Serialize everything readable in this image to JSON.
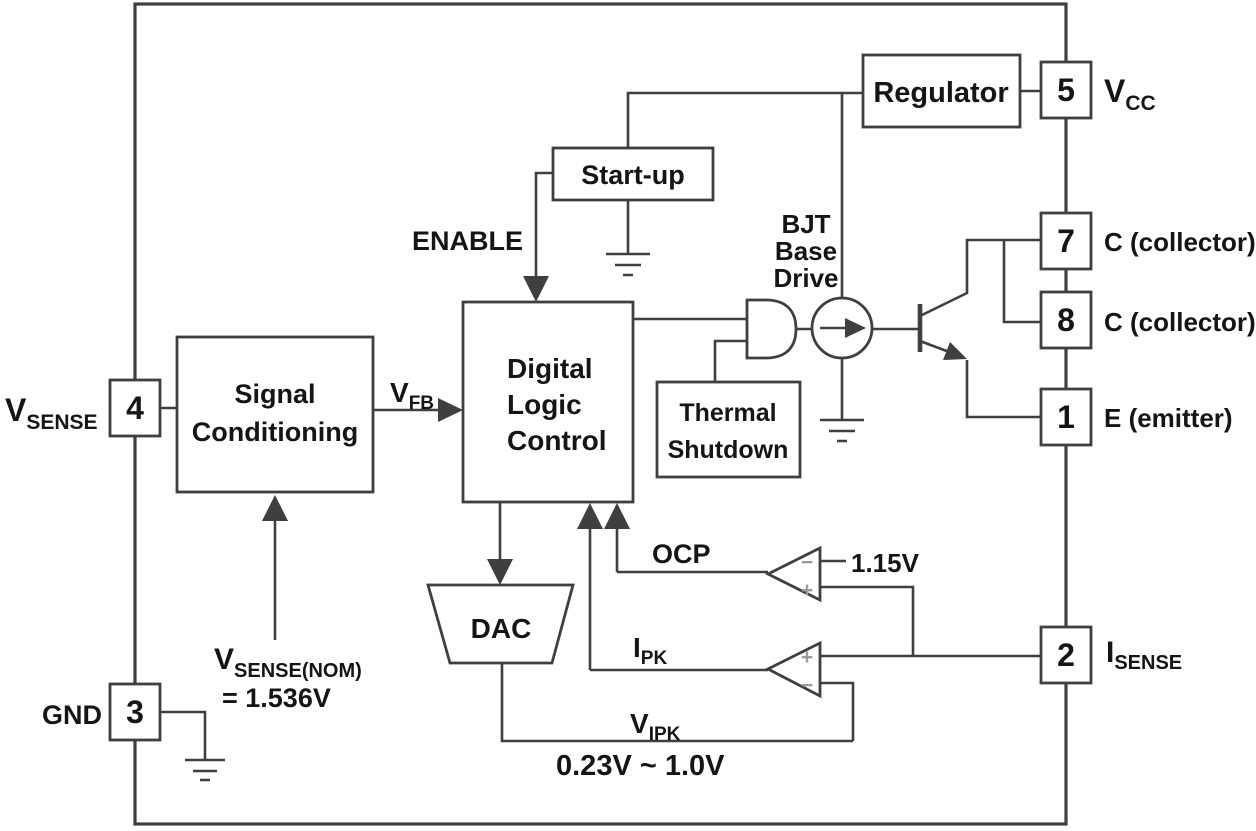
{
  "colors": {
    "line": "#3f3f3f",
    "text": "#151515",
    "sign": "#9b9b9b",
    "background": "#ffffff"
  },
  "blocks": {
    "signal_conditioning": {
      "line1": "Signal",
      "line2": "Conditioning"
    },
    "digital_logic_control": {
      "line1": "Digital",
      "line2": "Logic",
      "line3": "Control"
    },
    "startup": {
      "label": "Start-up"
    },
    "regulator": {
      "label": "Regulator"
    },
    "thermal_shutdown": {
      "line1": "Thermal",
      "line2": "Shutdown"
    },
    "dac": {
      "label": "DAC"
    },
    "bjt_base_drive": {
      "line1": "BJT",
      "line2": "Base",
      "line3": "Drive"
    }
  },
  "pins": {
    "pin5": {
      "number": "5",
      "label_main": "V",
      "label_sub": "CC"
    },
    "pin7": {
      "number": "7",
      "label": "C (collector)"
    },
    "pin8": {
      "number": "8",
      "label": "C (collector)"
    },
    "pin1": {
      "number": "1",
      "label": "E (emitter)"
    },
    "pin2": {
      "number": "2",
      "label_main": "I",
      "label_sub": "SENSE"
    },
    "pin4": {
      "number": "4",
      "label_main": "V",
      "label_sub": "SENSE"
    },
    "pin3": {
      "number": "3",
      "label": "GND"
    }
  },
  "signals": {
    "enable": "ENABLE",
    "vfb_main": "V",
    "vfb_sub": "FB",
    "ocp": "OCP",
    "ipk_main": "I",
    "ipk_sub": "PK",
    "vipk_main": "V",
    "vipk_sub": "IPK",
    "vipk_range": "0.23V ~ 1.0V",
    "ocp_threshold": "1.15V",
    "vsense_nom_main": "V",
    "vsense_nom_sub": "SENSE(NOM)",
    "vsense_nom_value": "= 1.536V",
    "comparator_plus": "+",
    "comparator_minus": "−"
  }
}
